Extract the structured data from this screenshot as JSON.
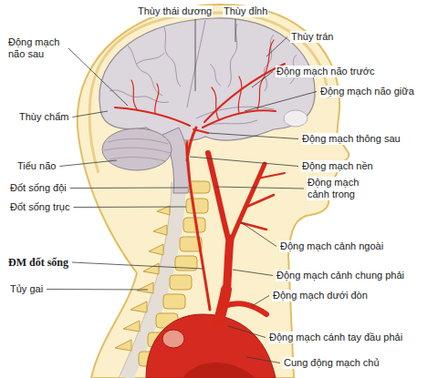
{
  "diagram": {
    "labels": [
      "Thùy thái dương",
      "Thùy đỉnh",
      "Động mạch não sau",
      "Thùy trán",
      "Động mạch não trước",
      "Động mạch não giữa",
      "Thùy chẩm",
      "Động mạch thông sau",
      "Tiểu não",
      "Động mạch nền",
      "Động mạch cảnh trong",
      "Đốt sống đội",
      "Đốt sống trục",
      "Động mạch cảnh ngoài",
      "ĐM đốt sống",
      "Động mạch cảnh chung phải",
      "Tủy gai",
      "Động mạch dưới đòn",
      "Động mạch cánh tay đầu phải",
      "Cung động mạch chủ"
    ]
  }
}
